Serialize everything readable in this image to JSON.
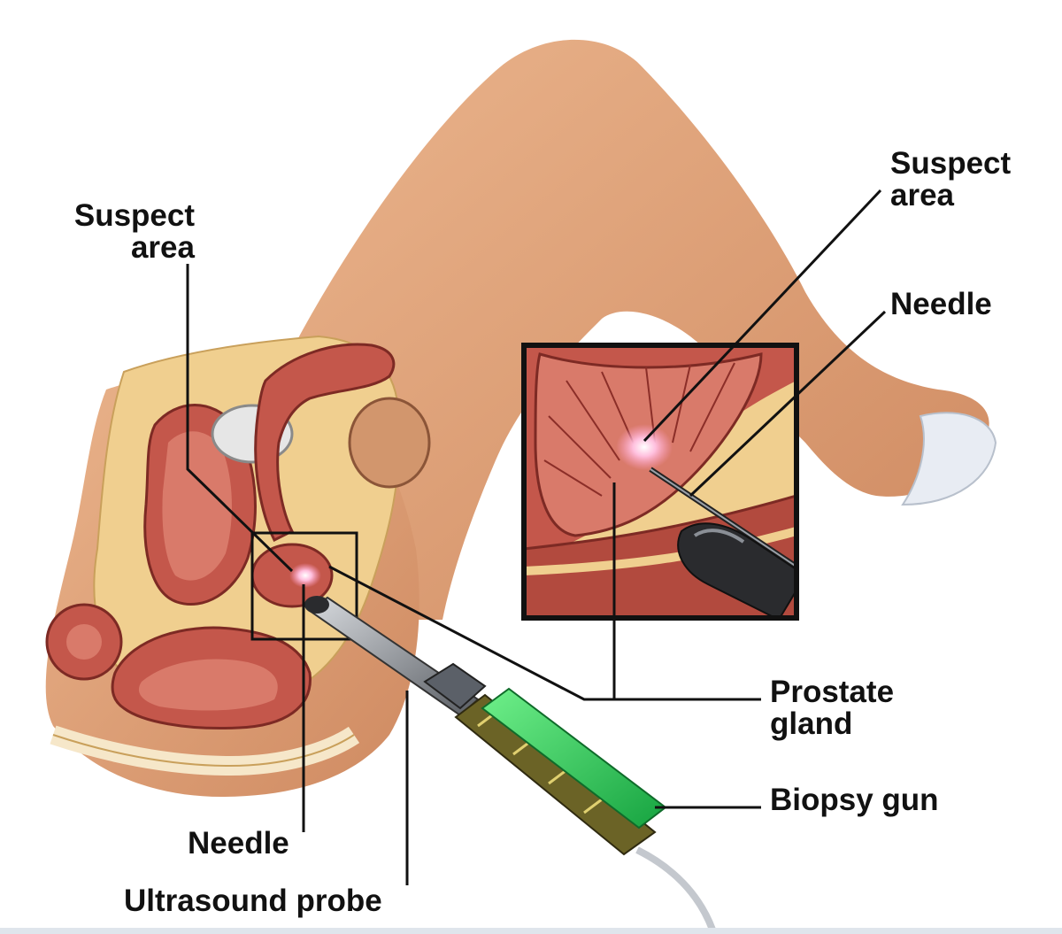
{
  "labels": {
    "suspect_area_left": "Suspect\narea",
    "suspect_area_right": "Suspect\narea",
    "needle_right": "Needle",
    "prostate_gland": "Prostate\ngland",
    "biopsy_gun": "Biopsy gun",
    "needle_bottom": "Needle",
    "ultrasound_probe": "Ultrasound probe"
  },
  "colors": {
    "skin": "#e3a77e",
    "skin_shadow": "#c98762",
    "tissue_red": "#b9473f",
    "tissue_light": "#d97a6a",
    "fat_yellow": "#f0cf8f",
    "bone": "#f6e7c9",
    "probe_metal": "#8a8f96",
    "probe_dark": "#2a2b2e",
    "gun_green": "#33d95a",
    "gun_dark_green": "#1ea64a",
    "highlight_pink": "#ffb3d6",
    "outline": "#111111"
  }
}
